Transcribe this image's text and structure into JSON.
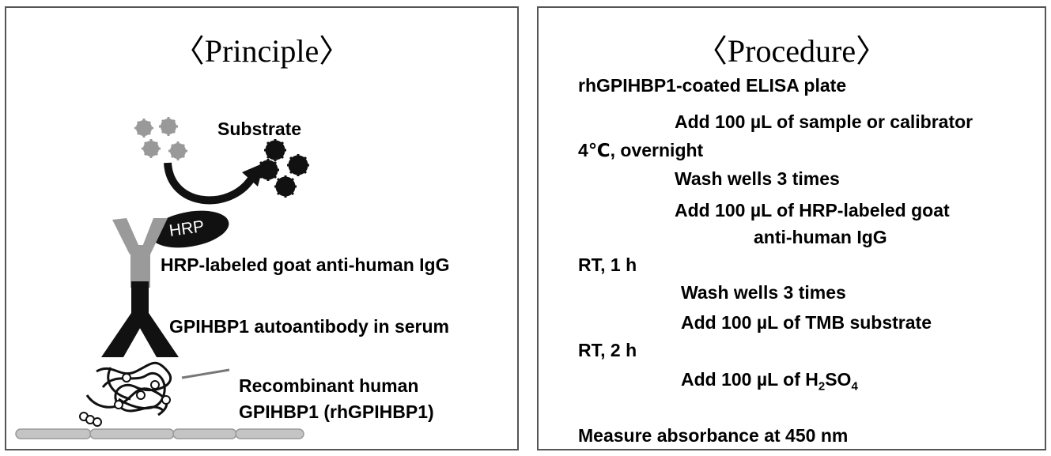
{
  "principle": {
    "title": "〈Principle〉",
    "substrate_label": "Substrate",
    "enzyme_label": "HRP",
    "secondary_antibody_label": "HRP-labeled goat anti-human IgG",
    "autoantibody_label": "GPIHBP1 autoantibody in serum",
    "antigen_label_line1": "Recombinant human",
    "antigen_label_line2": "GPIHBP1 (rhGPIHBP1)"
  },
  "procedure": {
    "title": "〈Procedure〉",
    "stages": [
      "rhGPIHBP1-coated ELISA plate",
      "4℃, overnight",
      "RT, 1 h",
      "RT, 2 h",
      "Measure absorbance at 450 nm"
    ],
    "actions": [
      "Add  100 µL of sample or calibrator",
      "Wash wells 3 times",
      "Add  100 µL of HRP-labeled goat",
      "anti-human IgG",
      "Wash wells 3 times",
      "Add  100 µL of TMB substrate"
    ],
    "final_action_prefix": "Add 100 µL of  H",
    "final_action_sub1": "2",
    "final_action_mid": "SO",
    "final_action_sub2": "4"
  }
}
